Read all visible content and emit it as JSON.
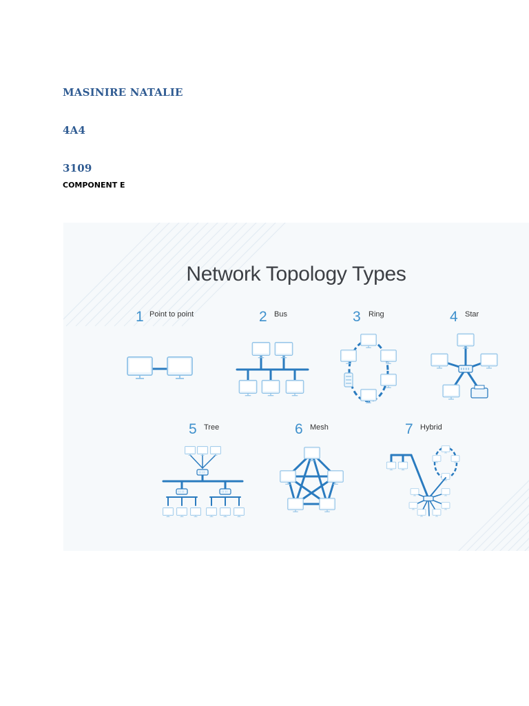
{
  "header": {
    "name": "MASINIRE NATALIE",
    "class": "4A4",
    "number": "3109",
    "component": "COMPONENT E"
  },
  "figure": {
    "title": "Network Topology Types",
    "accent_color": "#2a7bbf",
    "topologies": [
      {
        "number": "1",
        "label": "Point to point"
      },
      {
        "number": "2",
        "label": "Bus"
      },
      {
        "number": "3",
        "label": "Ring"
      },
      {
        "number": "4",
        "label": "Star"
      },
      {
        "number": "5",
        "label": "Tree"
      },
      {
        "number": "6",
        "label": "Mesh"
      },
      {
        "number": "7",
        "label": "Hybrid"
      }
    ]
  }
}
